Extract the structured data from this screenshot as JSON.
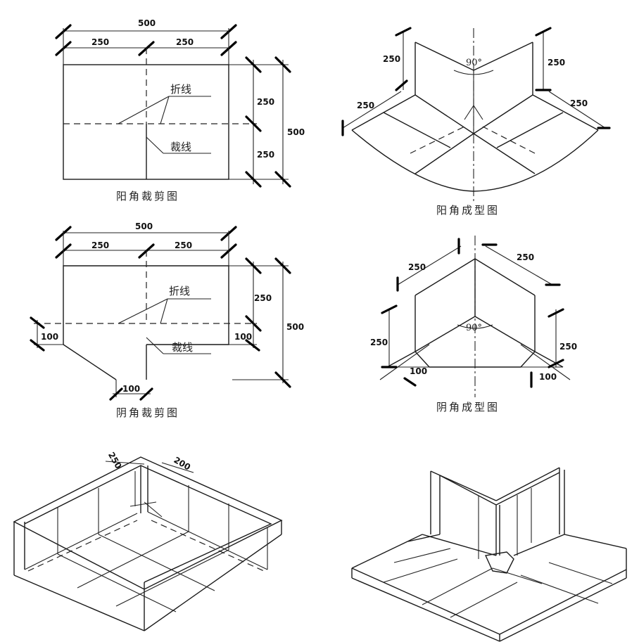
{
  "panels": {
    "yang_cut": {
      "caption": "阳角裁剪图",
      "dim_total": "500",
      "dim_left": "250",
      "dim_right": "250",
      "dim_v_top": "250",
      "dim_v_bottom": "250",
      "dim_v_total": "500",
      "fold_label": "折线",
      "cut_label": "裁线"
    },
    "yang_form": {
      "caption": "阳角成型图",
      "angle": "90°",
      "dim_wall_left": "250",
      "dim_wall_right": "250",
      "dim_floor_left": "250",
      "dim_floor_right": "250"
    },
    "yin_cut": {
      "caption": "阴角裁剪图",
      "dim_total": "500",
      "dim_left": "250",
      "dim_right": "250",
      "dim_v_top": "250",
      "dim_v_total": "500",
      "dim_left_100": "100",
      "dim_right_100": "100",
      "dim_bottom_100": "100",
      "fold_label": "折线",
      "cut_label": "裁线"
    },
    "yin_form": {
      "caption": "阴角成型图",
      "angle": "90°",
      "dim_top_left": "250",
      "dim_top_right": "250",
      "dim_side_left": "250",
      "dim_side_right": "250",
      "dim_bottom_left": "100",
      "dim_bottom_right": "100"
    },
    "inner_corner_3d": {
      "dim_a": "250",
      "dim_b": "200"
    },
    "outer_corner_3d": {}
  }
}
